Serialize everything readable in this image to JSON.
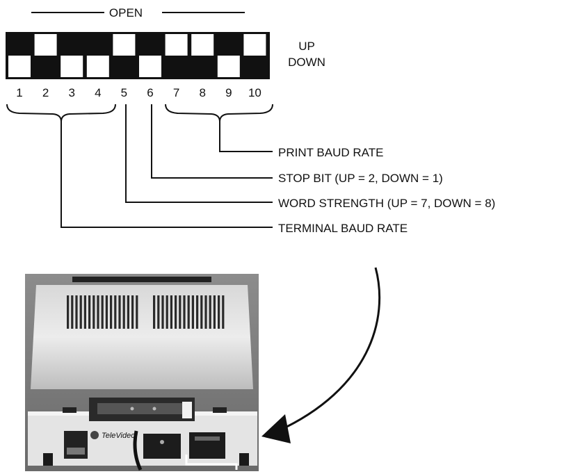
{
  "header": {
    "open_label": "OPEN"
  },
  "legend": {
    "up_label": "UP",
    "down_label": "DOWN"
  },
  "switches": [
    {
      "number": "1",
      "position": "down"
    },
    {
      "number": "2",
      "position": "up"
    },
    {
      "number": "3",
      "position": "down"
    },
    {
      "number": "4",
      "position": "down"
    },
    {
      "number": "5",
      "position": "up"
    },
    {
      "number": "6",
      "position": "down"
    },
    {
      "number": "7",
      "position": "up"
    },
    {
      "number": "8",
      "position": "up"
    },
    {
      "number": "9",
      "position": "down"
    },
    {
      "number": "10",
      "position": "up"
    }
  ],
  "callouts": {
    "print_baud_rate": "PRINT BAUD RATE",
    "stop_bit": "STOP BIT (UP = 2, DOWN = 1)",
    "word_strength": "WORD STRENGTH (UP = 7, DOWN = 8)",
    "terminal_baud_rate": "TERMINAL BAUD RATE"
  },
  "terminal": {
    "brand_text": "TeleVideo"
  },
  "colors": {
    "ink": "#111111",
    "paper": "#ffffff"
  }
}
